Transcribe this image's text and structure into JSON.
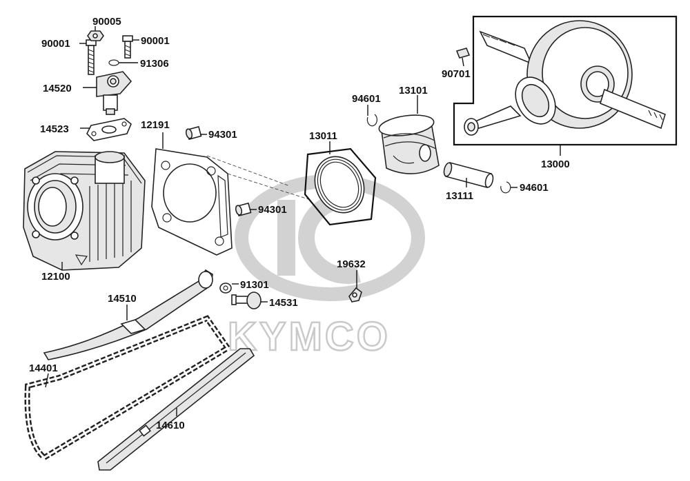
{
  "watermark": {
    "brand": "KYMCO"
  },
  "callouts": [
    {
      "id": "c-90005",
      "label": "90005"
    },
    {
      "id": "c-90001-left",
      "label": "90001"
    },
    {
      "id": "c-90001-right",
      "label": "90001"
    },
    {
      "id": "c-91306",
      "label": "91306"
    },
    {
      "id": "c-14520",
      "label": "14520"
    },
    {
      "id": "c-14523",
      "label": "14523"
    },
    {
      "id": "c-12191",
      "label": "12191"
    },
    {
      "id": "c-94301-top",
      "label": "94301"
    },
    {
      "id": "c-94301-bottom",
      "label": "94301"
    },
    {
      "id": "c-12100",
      "label": "12100"
    },
    {
      "id": "c-13011",
      "label": "13011"
    },
    {
      "id": "c-94601-top",
      "label": "94601"
    },
    {
      "id": "c-13101",
      "label": "13101"
    },
    {
      "id": "c-90701",
      "label": "90701"
    },
    {
      "id": "c-13000",
      "label": "13000"
    },
    {
      "id": "c-13111",
      "label": "13111"
    },
    {
      "id": "c-94601-right",
      "label": "94601"
    },
    {
      "id": "c-19632",
      "label": "19632"
    },
    {
      "id": "c-91301",
      "label": "91301"
    },
    {
      "id": "c-14531",
      "label": "14531"
    },
    {
      "id": "c-14510",
      "label": "14510"
    },
    {
      "id": "c-14401",
      "label": "14401"
    },
    {
      "id": "c-14610",
      "label": "14610"
    }
  ]
}
